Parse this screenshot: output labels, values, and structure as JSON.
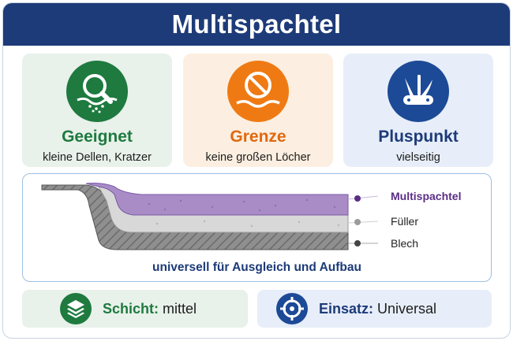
{
  "title": "Multispachtel",
  "panels": [
    {
      "icon": "magnifier-dent-icon",
      "title": "Geeignet",
      "subtitle": "kleine Dellen, Kratzer",
      "color": "#1e7a3f"
    },
    {
      "icon": "prohibited-icon",
      "title": "Grenze",
      "subtitle": "keine großen Löcher",
      "color": "#e2680f"
    },
    {
      "icon": "multitool-icon",
      "title": "Pluspunkt",
      "subtitle": "vielseitig",
      "color": "#1d3b78"
    }
  ],
  "diagram": {
    "layers": [
      {
        "label": "Multispachtel",
        "color": "#a98cc6"
      },
      {
        "label": "Füller",
        "color": "#d8d8d8"
      },
      {
        "label": "Blech",
        "color": "#8a8a8a"
      }
    ],
    "caption": "universell für Ausgleich und Aufbau"
  },
  "bottom": [
    {
      "icon": "layers-icon",
      "key": "Schicht:",
      "value": "mittel"
    },
    {
      "icon": "crosshair-icon",
      "key": "Einsatz:",
      "value": "Universal"
    }
  ]
}
